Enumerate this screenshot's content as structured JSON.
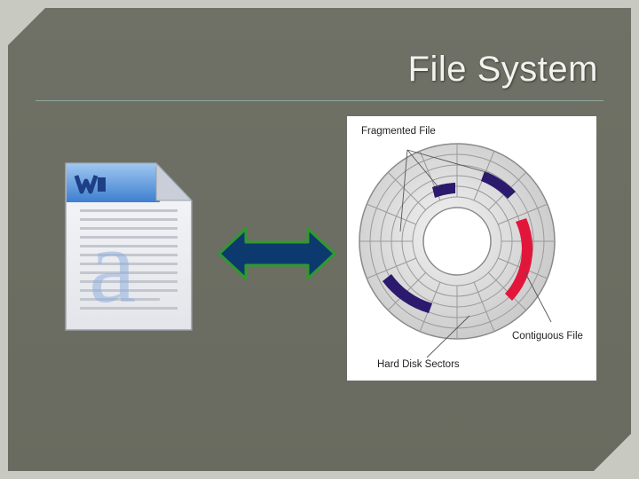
{
  "slide": {
    "title": "File System"
  },
  "diagram": {
    "label_fragmented": "Fragmented File",
    "label_contiguous": "Contiguous File",
    "label_sectors": "Hard Disk Sectors"
  },
  "colors": {
    "panel": "#6d6f64",
    "arrow_fill": "#0d3a6e",
    "arrow_outline": "#2e9a2e",
    "fragmented_block": "#2b1a6e",
    "contiguous_block": "#e2163b"
  },
  "icons": [
    "word-document-icon",
    "double-arrow-icon",
    "disk-sectors-diagram"
  ]
}
